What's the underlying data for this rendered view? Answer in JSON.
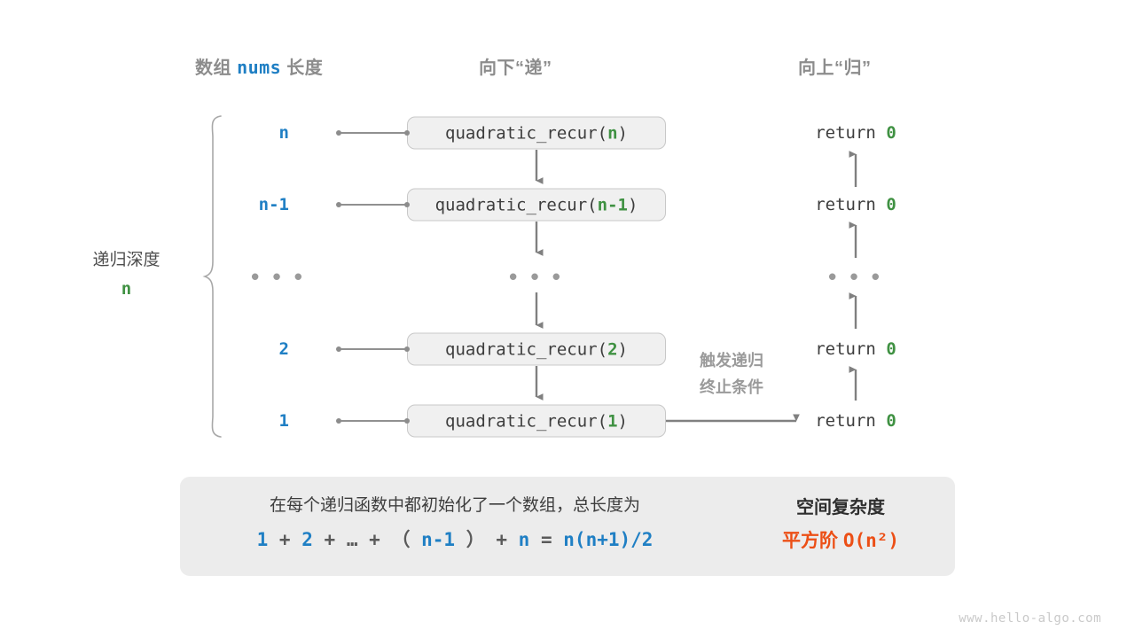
{
  "headers": {
    "array_prefix": "数组",
    "array_code": "nums",
    "array_suffix": "长度",
    "down": "向下“递”",
    "up": "向上“归”"
  },
  "depth_bracket": {
    "label": "递归深度",
    "value": "n"
  },
  "rows": [
    {
      "depth": "n",
      "call_prefix": "quadratic_recur(",
      "call_arg": "n",
      "call_suffix": ")",
      "return_prefix": "return ",
      "return_value": "0",
      "is_ellipsis": false
    },
    {
      "depth": "n-1",
      "call_prefix": "quadratic_recur(",
      "call_arg": "n-1",
      "call_suffix": ")",
      "return_prefix": "return ",
      "return_value": "0",
      "is_ellipsis": false
    },
    {
      "depth": "…",
      "call_prefix": "…",
      "call_arg": "",
      "call_suffix": "",
      "return_prefix": "…",
      "return_value": "",
      "is_ellipsis": true
    },
    {
      "depth": "2",
      "call_prefix": "quadratic_recur(",
      "call_arg": "2",
      "call_suffix": ")",
      "return_prefix": "return ",
      "return_value": "0",
      "is_ellipsis": false
    },
    {
      "depth": "1",
      "call_prefix": "quadratic_recur(",
      "call_arg": "1",
      "call_suffix": ")",
      "return_prefix": "return ",
      "return_value": "0",
      "is_ellipsis": false
    }
  ],
  "terminate_note": {
    "line1": "触发递归",
    "line2": "终止条件"
  },
  "summary": {
    "text": "在每个递归函数中都初始化了一个数组，总长度为",
    "formula_parts": [
      {
        "t": "1",
        "op": false
      },
      {
        "t": "+",
        "op": true
      },
      {
        "t": "2",
        "op": false
      },
      {
        "t": "+",
        "op": true
      },
      {
        "t": "…",
        "op": true
      },
      {
        "t": "+",
        "op": true
      },
      {
        "t": "（",
        "op": true
      },
      {
        "t": "n-1",
        "op": false
      },
      {
        "t": "）",
        "op": true
      },
      {
        "t": "+",
        "op": true
      },
      {
        "t": "n",
        "op": false
      },
      {
        "t": "=",
        "op": true
      },
      {
        "t": "n(n+1)/2",
        "op": false
      }
    ],
    "complexity_title": "空间复杂度",
    "complexity_order": "平方阶",
    "complexity_value": "O(n²)"
  },
  "watermark": "www.hello-algo.com",
  "colors": {
    "blue": "#1f7fc4",
    "green": "#3f9142",
    "orange": "#ec4f16",
    "gray_text": "#8c8c8c",
    "dark_text": "#3d3d3d",
    "box_fill": "#f0f0f0",
    "box_border": "#c8c8c8",
    "panel_fill": "#ececec",
    "arrow": "#808080"
  }
}
